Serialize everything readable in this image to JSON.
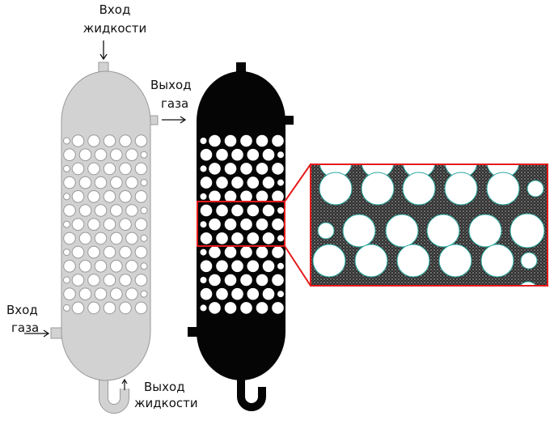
{
  "labels": {
    "liquid_in": [
      "Вход",
      "жидкости"
    ],
    "gas_out": [
      "Выход",
      "газа"
    ],
    "gas_in": [
      "Вход",
      "газа"
    ],
    "liquid_out": [
      "Выход",
      "жидкости"
    ]
  },
  "colors": {
    "vessel_gray": "#d2d2d2",
    "vessel_black": "#050505",
    "highlight": "#e41b1b",
    "mesh": "#3a3a3a",
    "hole_edge": "#2aa9a0"
  }
}
